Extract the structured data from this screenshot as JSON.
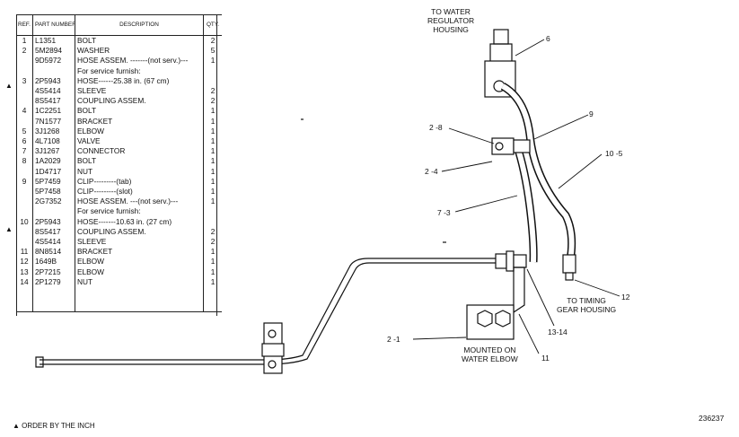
{
  "table": {
    "headers": {
      "ref": "REF. NO.",
      "part": "PART NUMBER",
      "desc": "DESCRIPTION",
      "qty": "QTY."
    },
    "rows": [
      {
        "ref": "1",
        "part": "L1351",
        "desc": "BOLT",
        "qty": "2"
      },
      {
        "ref": "2",
        "part": "5M2894",
        "desc": "WASHER",
        "qty": "5"
      },
      {
        "ref": "",
        "part": "9D5972",
        "desc": "HOSE ASSEM. -------(not serv.)---",
        "qty": "1"
      },
      {
        "ref": "",
        "part": "",
        "desc": "For service furnish:",
        "qty": ""
      },
      {
        "ref": "3",
        "part": "2P5943",
        "desc": "HOSE------25.38 in. (67 cm)",
        "qty": ""
      },
      {
        "ref": "",
        "part": "4S5414",
        "desc": "SLEEVE",
        "qty": "2"
      },
      {
        "ref": "",
        "part": "8S5417",
        "desc": "COUPLING ASSEM.",
        "qty": "2"
      },
      {
        "ref": "4",
        "part": "1C2251",
        "desc": "BOLT",
        "qty": "1"
      },
      {
        "ref": "",
        "part": "7N1577",
        "desc": "BRACKET",
        "qty": "1"
      },
      {
        "ref": "5",
        "part": "3J1268",
        "desc": "ELBOW",
        "qty": "1"
      },
      {
        "ref": "6",
        "part": "4L7108",
        "desc": "VALVE",
        "qty": "1"
      },
      {
        "ref": "7",
        "part": "3J1267",
        "desc": "CONNECTOR",
        "qty": "1"
      },
      {
        "ref": "8",
        "part": "1A2029",
        "desc": "BOLT",
        "qty": "1"
      },
      {
        "ref": "",
        "part": "1D4717",
        "desc": "NUT",
        "qty": "1"
      },
      {
        "ref": "9",
        "part": "5P7459",
        "desc": "CLIP---------(tab)",
        "qty": "1"
      },
      {
        "ref": "",
        "part": "5P7458",
        "desc": "CLIP---------(slot)",
        "qty": "1"
      },
      {
        "ref": "",
        "part": "2G7352",
        "desc": "HOSE ASSEM. ---(not serv.)---",
        "qty": "1"
      },
      {
        "ref": "",
        "part": "",
        "desc": "For service furnish:",
        "qty": ""
      },
      {
        "ref": "10",
        "part": "2P5943",
        "desc": "HOSE-------10.63 in. (27 cm)",
        "qty": ""
      },
      {
        "ref": "",
        "part": "8S5417",
        "desc": "COUPLING ASSEM.",
        "qty": "2"
      },
      {
        "ref": "",
        "part": "4S5414",
        "desc": "SLEEVE",
        "qty": "2"
      },
      {
        "ref": "11",
        "part": "8N8514",
        "desc": "BRACKET",
        "qty": "1"
      },
      {
        "ref": "12",
        "part": "1649B",
        "desc": "ELBOW",
        "qty": "1"
      },
      {
        "ref": "13",
        "part": "2P7215",
        "desc": "ELBOW",
        "qty": "1"
      },
      {
        "ref": "14",
        "part": "2P1279",
        "desc": "NUT",
        "qty": "1"
      }
    ],
    "marker": "▲"
  },
  "labels": {
    "to_water_regulator": [
      "TO WATER",
      "REGULATOR",
      "HOUSING"
    ],
    "to_timing": [
      "TO TIMING",
      "GEAR HOUSING"
    ],
    "mounted_on": [
      "MOUNTED ON",
      "WATER ELBOW"
    ],
    "c6": "6",
    "c9": "9",
    "c28": "2 -8",
    "c24": "2 -4",
    "c105": "10 -5",
    "c73": "7 -3",
    "c12": "12",
    "c1314": "13-14",
    "c21": "2 -1",
    "c11": "11"
  },
  "footer": {
    "note": "▲ ORDER BY THE INCH",
    "figure_no": "236237"
  }
}
